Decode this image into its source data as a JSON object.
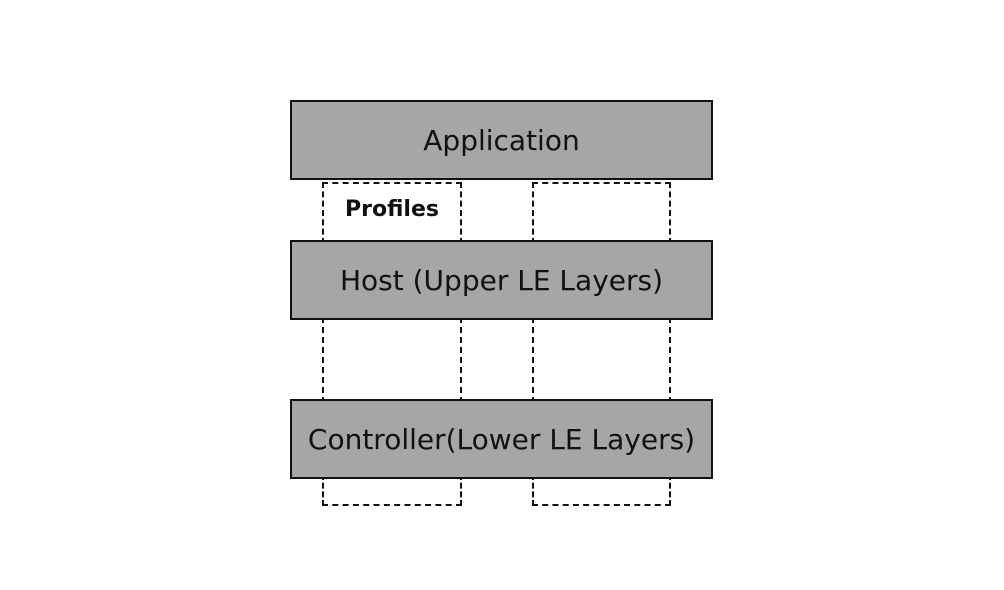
{
  "diagram": {
    "layers": {
      "application": "Application",
      "host": "Host (Upper LE Layers)",
      "controller": "Controller(Lower LE Layers)"
    },
    "profiles_label": "Profiles"
  },
  "colors": {
    "layer_fill": "#a6a6a6",
    "border": "#111111",
    "background": "#ffffff"
  }
}
